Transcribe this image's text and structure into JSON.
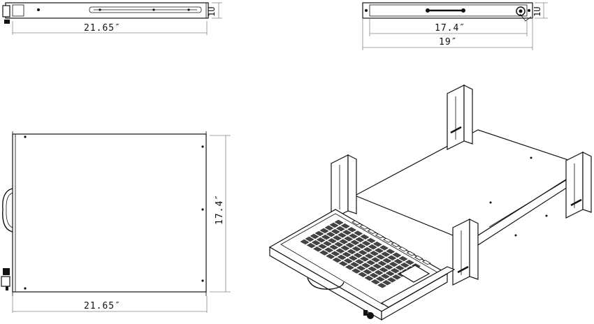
{
  "dimensions": {
    "side_width": "21.65″",
    "side_height": "1U",
    "front_inner_width": "17.4″",
    "front_outer_width": "19″",
    "front_height": "1U",
    "top_width": "21.65″",
    "top_depth": "17.4″"
  },
  "colors": {
    "line": "#111111",
    "keys": "#444444",
    "dimension_line": "#888888"
  }
}
